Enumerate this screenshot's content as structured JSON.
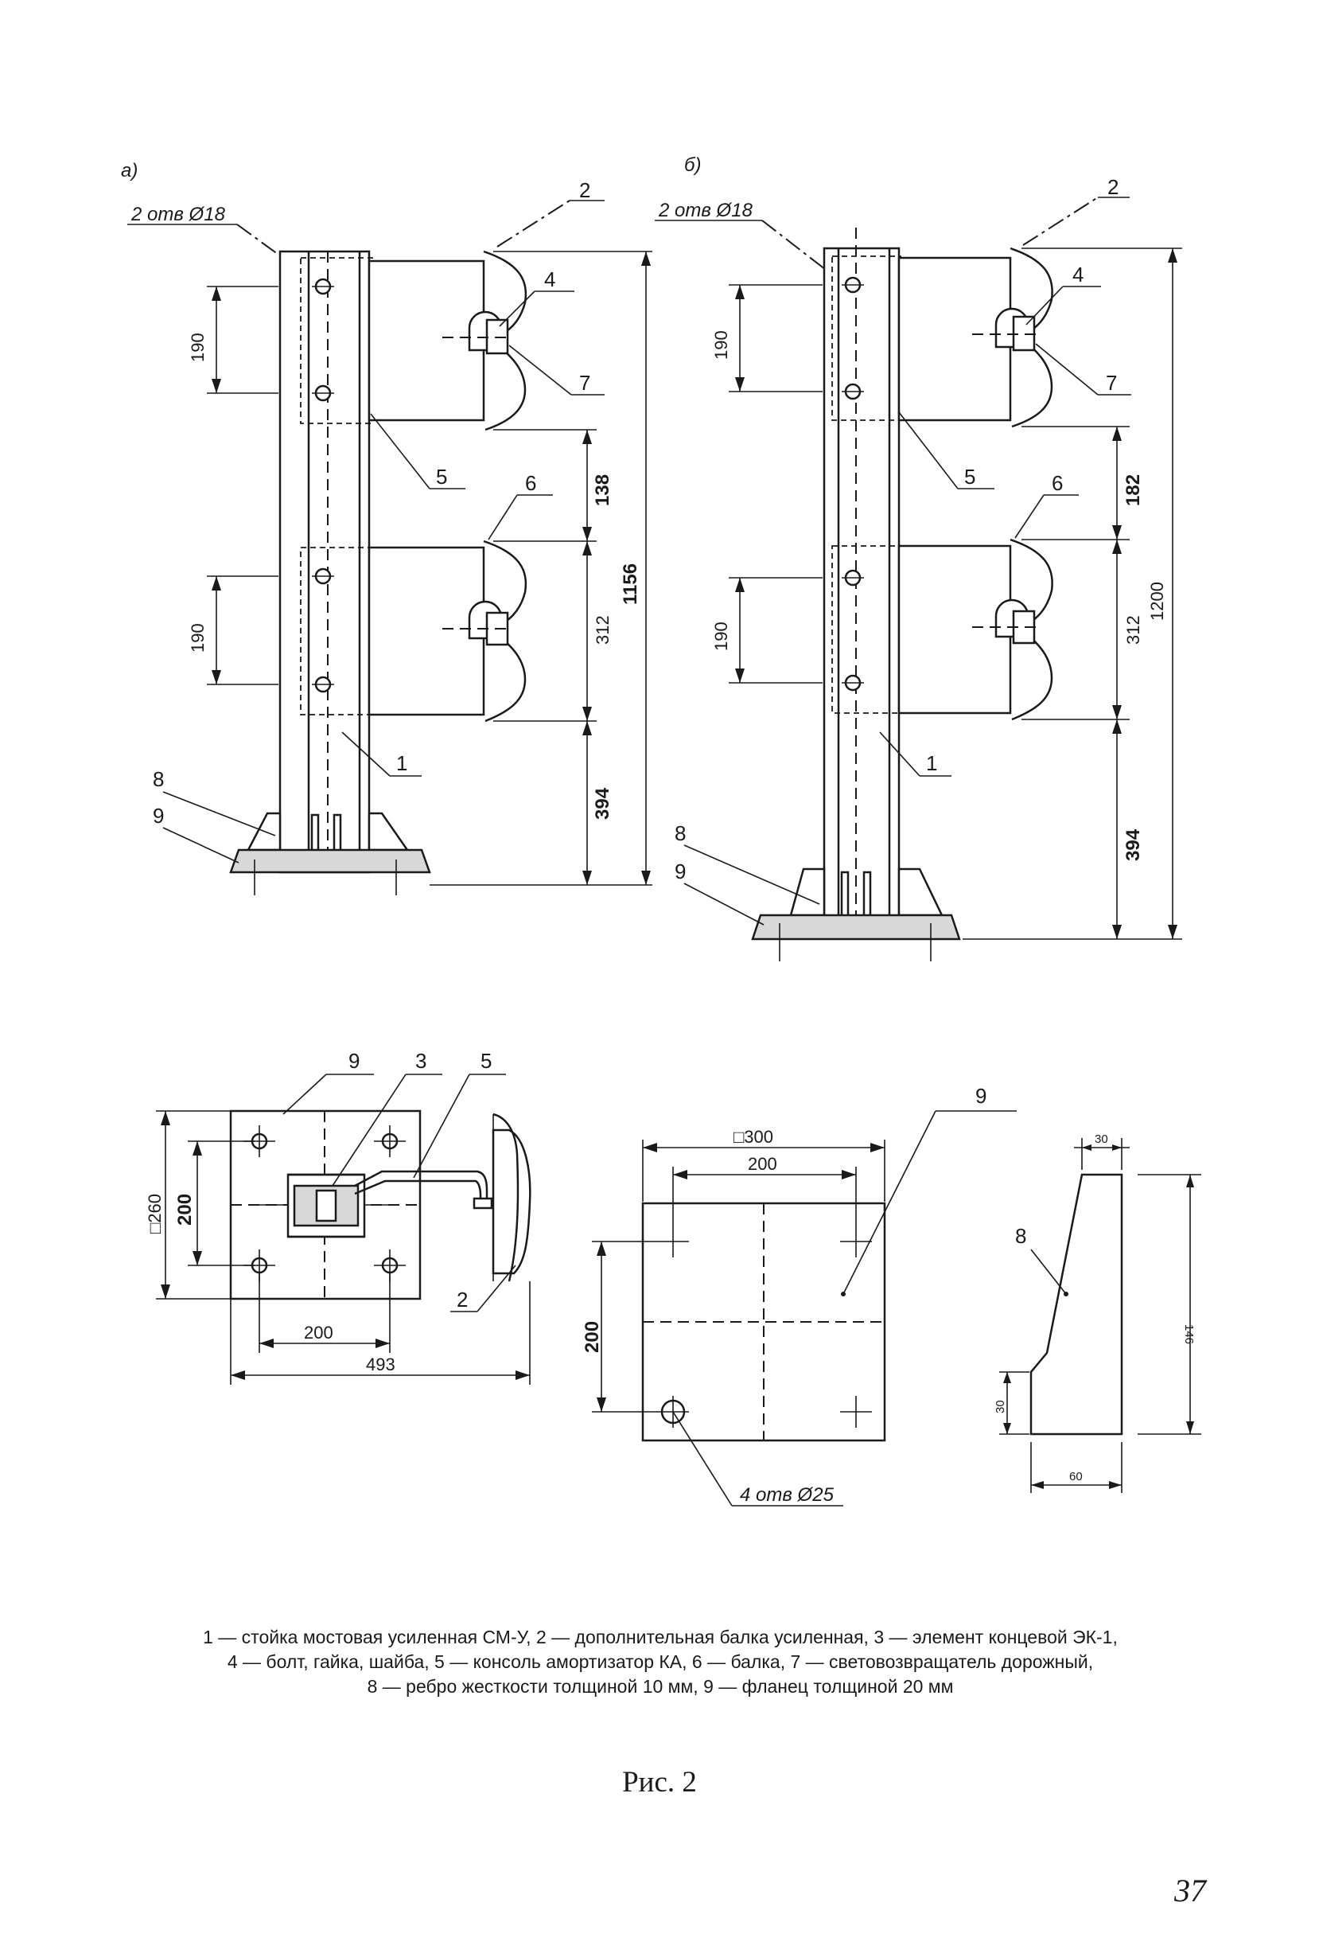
{
  "figure": {
    "number": "Рис. 2",
    "page_number": "37",
    "caption_lines": [
      "1 — стойка мостовая усиленная СМ-У, 2 — дополнительная балка усиленная, 3 — элемент концевой ЭК-1,",
      "4 — болт, гайка, шайба, 5 — консоль амортизатор КА, 6 — балка, 7 — световозвращатель дорожный,",
      "8 — ребро жесткости толщиной 10 мм, 9 — фланец толщиной 20 мм"
    ]
  },
  "view_a": {
    "label": "а)",
    "hole_note": "2 отв Ø18",
    "dims": {
      "spacing_upper": "190",
      "spacing_lower": "190",
      "gap": "138",
      "beam_h": "312",
      "bottom": "394",
      "total": "1156"
    },
    "callouts": {
      "c2": "2",
      "c4": "4",
      "c7": "7",
      "c5": "5",
      "c6": "6",
      "c1": "1",
      "c8": "8",
      "c9": "9"
    }
  },
  "view_b": {
    "label": "б)",
    "hole_note": "2 отв Ø18",
    "dims": {
      "spacing_upper": "190",
      "spacing_lower": "190",
      "gap": "182",
      "beam_h": "312",
      "bottom": "394",
      "total": "1200"
    },
    "callouts": {
      "c2": "2",
      "c4": "4",
      "c7": "7",
      "c5": "5",
      "c6": "6",
      "c1": "1",
      "c8": "8",
      "c9": "9"
    }
  },
  "plan_view": {
    "callouts": {
      "c9": "9",
      "c3": "3",
      "c5": "5",
      "c2": "2"
    },
    "dims": {
      "square": "□260",
      "hole_spacing_v": "200",
      "hole_spacing_h": "200",
      "overall": "493"
    }
  },
  "flange_view": {
    "callout": "9",
    "dims": {
      "square": "□300",
      "hole_spacing_h": "200",
      "hole_spacing_v": "200"
    },
    "hole_note": "4 отв Ø25"
  },
  "rib_view": {
    "callout": "8",
    "dims": {
      "top": "30",
      "height": "146",
      "bottom_step": "30",
      "base": "60"
    }
  }
}
